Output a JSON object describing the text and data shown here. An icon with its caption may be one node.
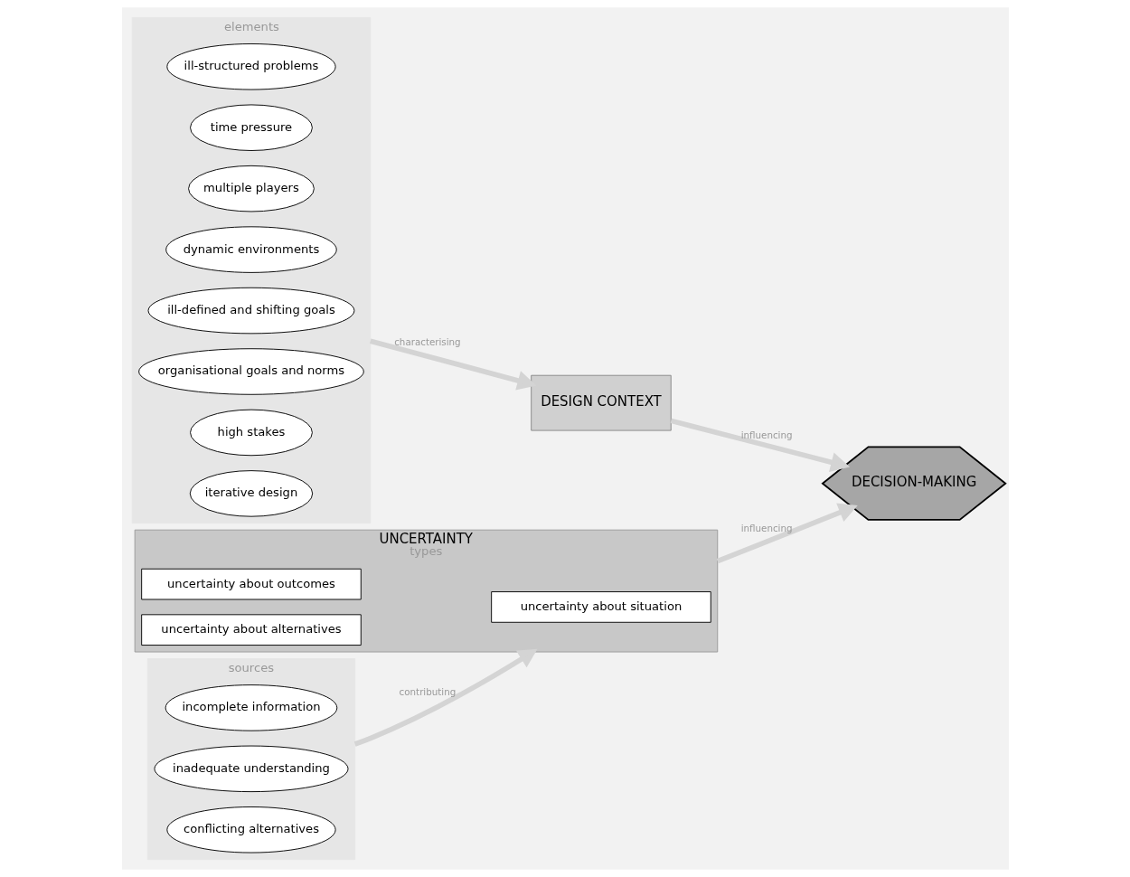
{
  "diagram": {
    "nodes": [
      {
        "text": [
          "elements"
        ]
      },
      {
        "text": [
          "ill-structured problems"
        ],
        "in": 0
      },
      {
        "text": [
          "time pressure"
        ],
        "in": 0
      },
      {
        "text": [
          "multiple players"
        ],
        "in": 0
      },
      {
        "text": [
          "dynamic environments"
        ],
        "in": 0
      },
      {
        "text": [
          "ill-defined and shifting goals"
        ],
        "in": 0
      },
      {
        "text": [
          "organisational goals and norms"
        ],
        "in": 0
      },
      {
        "text": [
          "high stakes"
        ],
        "in": 0
      },
      {
        "text": [
          "iterative design"
        ],
        "in": 0
      },
      {
        "text": [
          "sources"
        ]
      },
      {
        "text": [
          "incomplete information"
        ],
        "in": 9
      },
      {
        "text": [
          "inadequate understanding"
        ],
        "in": 9
      },
      {
        "text": [
          "conflicting alternatives"
        ],
        "in": 9
      },
      {
        "text": [
          "UNCERTAINTY",
          "types"
        ]
      },
      {
        "text": [
          "uncertainty about outcomes"
        ],
        "in": 13
      },
      {
        "text": [
          "uncertainty about situation"
        ],
        "in": 13
      },
      {
        "text": [
          "uncertainty about alternatives"
        ],
        "in": 13
      },
      {
        "text": [
          "DESIGN CONTEXT"
        ]
      },
      {
        "text": [
          "DECISION-MAKING"
        ]
      }
    ],
    "edges": [
      {
        "from": 0,
        "to": 17,
        "arrow": "to",
        "label": "characterising"
      },
      {
        "from": 9,
        "to": 13,
        "arrow": "to",
        "label": "contributing"
      },
      {
        "from": 13,
        "to": 18,
        "arrow": "to",
        "label": "influencing"
      },
      {
        "from": 17,
        "to": 18,
        "arrow": "to",
        "label": "influencing"
      }
    ]
  }
}
